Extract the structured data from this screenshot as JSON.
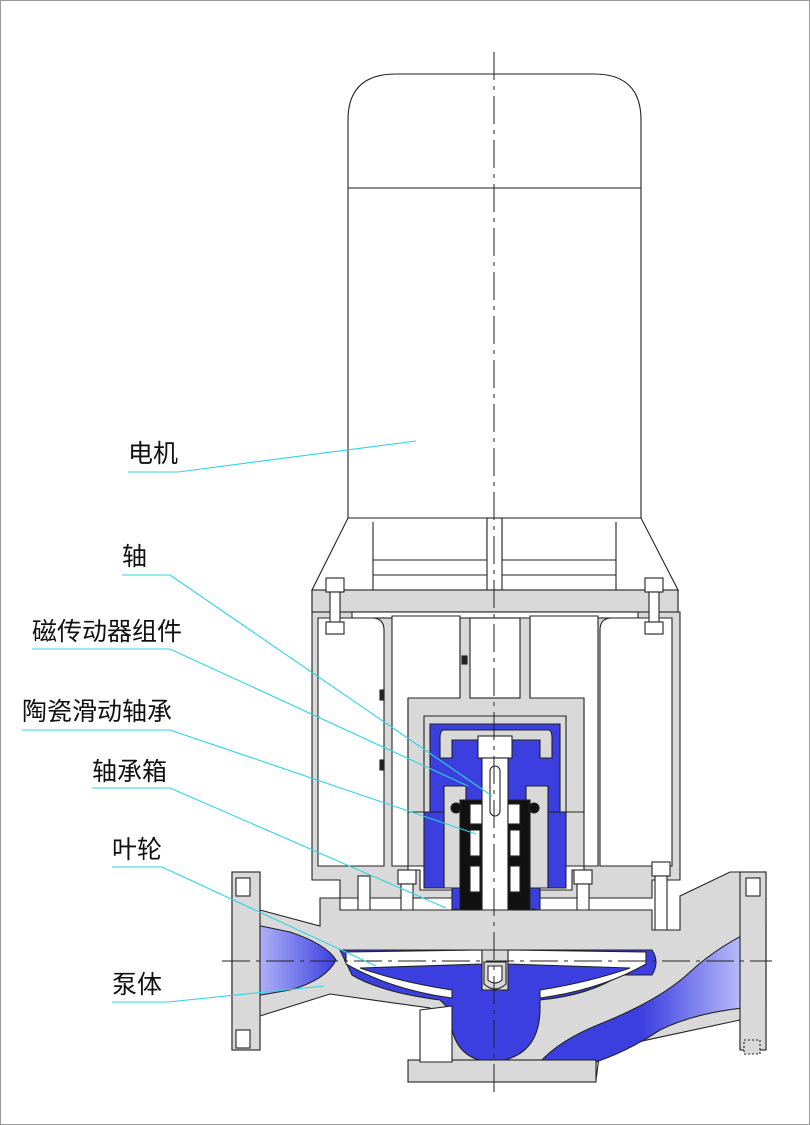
{
  "labels": {
    "motor": "电机",
    "shaft": "轴",
    "magnetic_drive": "磁传动器组件",
    "ceramic_bearing": "陶瓷滑动轴承",
    "bearing_box": "轴承箱",
    "impeller": "叶轮",
    "pump_body": "泵体"
  },
  "colors": {
    "housing_gray": "#d9d9d9",
    "fluid_blue": "#3b3fe0",
    "fluid_light": "#d6d8ff",
    "leader_line": "#2fd3e6",
    "magnet_black": "#111111"
  }
}
